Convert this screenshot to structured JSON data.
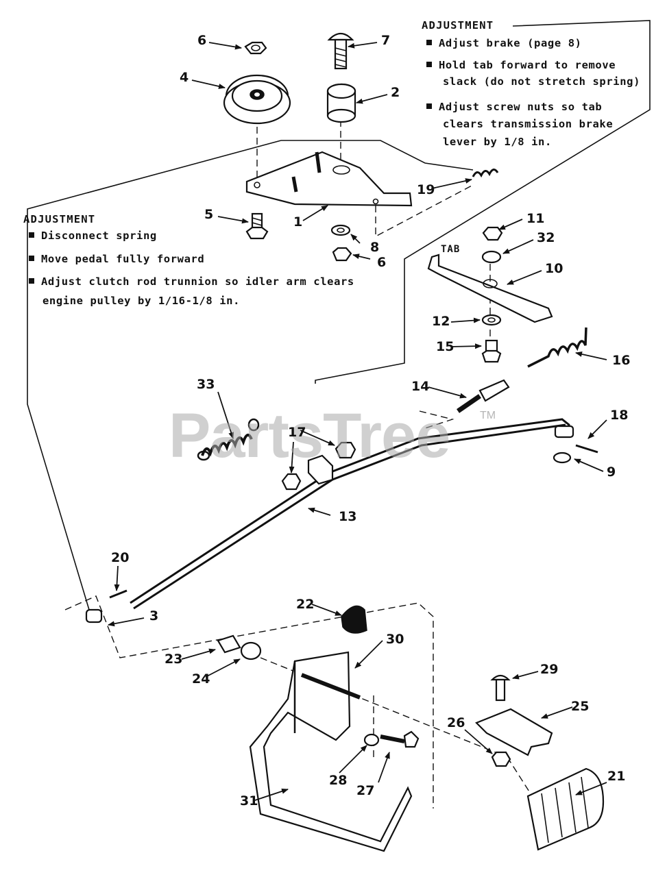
{
  "watermark": {
    "text": "PartsTree",
    "tm": "TM"
  },
  "adjustment_brake": {
    "heading": "ADJUSTMENT",
    "steps": [
      "Adjust brake (page 8)",
      "Hold tab forward to remove",
      "slack (do not stretch spring)",
      "Adjust screw nuts so tab",
      "clears transmission brake",
      "lever by 1/8 in."
    ]
  },
  "adjustment_clutch": {
    "heading": "ADJUSTMENT",
    "steps": [
      "Disconnect spring",
      "Move pedal fully forward",
      "Adjust clutch rod trunnion so idler arm clears",
      "engine pulley by 1/16-1/8 in."
    ]
  },
  "tab_label": "TAB",
  "callouts": {
    "c1": "1",
    "c2": "2",
    "c3": "3",
    "c4": "4",
    "c5": "5",
    "c6a": "6",
    "c6b": "6",
    "c7": "7",
    "c8": "8",
    "c9": "9",
    "c10": "10",
    "c11": "11",
    "c12": "12",
    "c13": "13",
    "c14": "14",
    "c15": "15",
    "c16": "16",
    "c17": "17",
    "c18": "18",
    "c19": "19",
    "c20": "20",
    "c21": "21",
    "c22": "22",
    "c23": "23",
    "c24": "24",
    "c25": "25",
    "c26": "26",
    "c27": "27",
    "c28": "28",
    "c29": "29",
    "c30": "30",
    "c31": "31",
    "c32": "32",
    "c33": "33"
  }
}
